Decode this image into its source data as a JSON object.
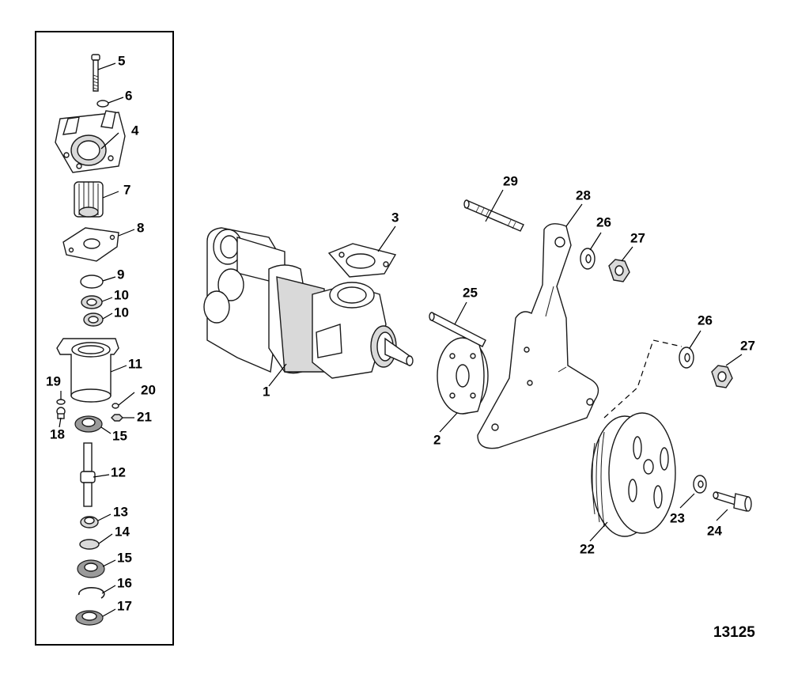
{
  "figure_number": "13125",
  "callouts": {
    "c1": "1",
    "c2": "2",
    "c3": "3",
    "c4": "4",
    "c5": "5",
    "c6": "6",
    "c7": "7",
    "c8": "8",
    "c9": "9",
    "c10a": "10",
    "c10b": "10",
    "c11": "11",
    "c12": "12",
    "c13": "13",
    "c14": "14",
    "c15a": "15",
    "c15b": "15",
    "c16": "16",
    "c17": "17",
    "c18": "18",
    "c19": "19",
    "c20": "20",
    "c21": "21",
    "c22": "22",
    "c23": "23",
    "c24": "24",
    "c25": "25",
    "c26a": "26",
    "c26b": "26",
    "c27a": "27",
    "c27b": "27",
    "c28": "28",
    "c29": "29"
  }
}
